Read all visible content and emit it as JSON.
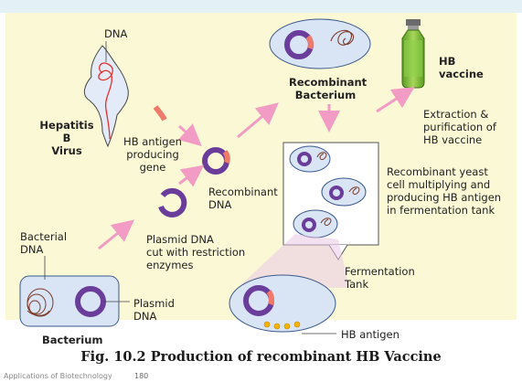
{
  "labels": {
    "dna": "DNA",
    "hep_b_virus": "Hepatitis B\nVirus",
    "hb_antigen_gene": "HB antigen\nproducing\ngene",
    "recombinant_bacterium": "Recombinant\nBacterium",
    "hb_vaccine": "HB\nvaccine",
    "extraction": "Extraction &\npurification of\nHB vaccine",
    "recombinant_dna": "Recombinant\nDNA",
    "recombinant_yeast": "Recombinant yeast\ncell multiplying and\nproducing HB antigen\nin fermentation tank",
    "plasmid_cut": "Plasmid DNA\ncut with restriction\nenzymes",
    "bacterial_dna": "Bacterial\nDNA",
    "plasmid_dna": "Plasmid\nDNA",
    "bacterium": "Bacterium",
    "fermentation_tank": "Fermentation\nTank",
    "hb_antigen": "HB antigen"
  },
  "caption": "Fig. 10.2 Production of recombinant HB Vaccine",
  "footer": {
    "section": "Applications of Biotechnology",
    "page": "180"
  },
  "colors": {
    "panel_bg": "#fbf8d6",
    "cell_fill": "#d9e4f5",
    "plasmid": "#6a3d9a",
    "insert": "#f07a6a",
    "arrow": "#f29bc4",
    "vaccine_liquid": "#7bbf3a",
    "antigen": "#f4b400"
  }
}
